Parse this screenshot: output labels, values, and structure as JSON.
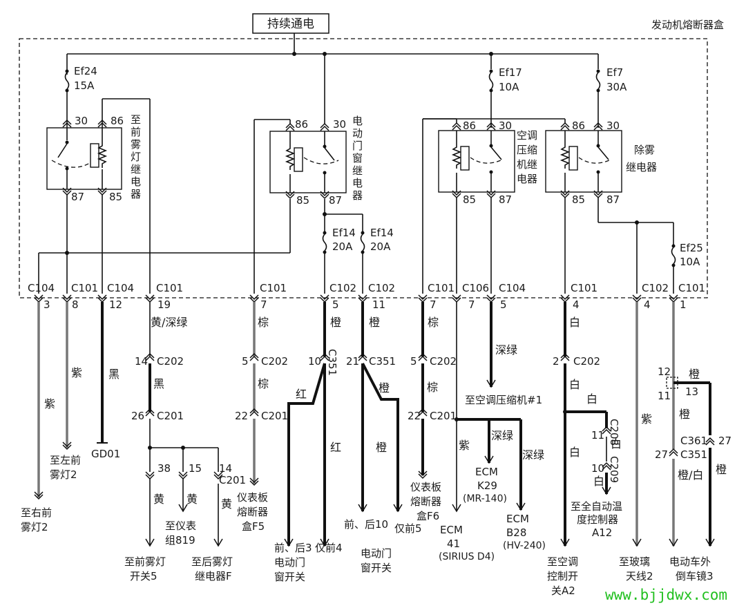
{
  "header": {
    "power_label": "持续通电",
    "box_label": "发动机熔断器盒"
  },
  "fuses": {
    "ef24": {
      "name": "Ef24",
      "rating": "15A"
    },
    "ef17": {
      "name": "Ef17",
      "rating": "10A"
    },
    "ef7": {
      "name": "Ef7",
      "rating": "30A"
    },
    "ef14a": {
      "name": "Ef14",
      "rating": "20A"
    },
    "ef14b": {
      "name": "Ef14",
      "rating": "20A"
    },
    "ef25": {
      "name": "Ef25",
      "rating": "10A"
    }
  },
  "relays": {
    "fog": {
      "label_chars": [
        "至",
        "前",
        "雾",
        "灯",
        "继",
        "电",
        "器"
      ],
      "pins": [
        "30",
        "86",
        "87",
        "85"
      ]
    },
    "window": {
      "label_chars": [
        "电",
        "动",
        "门",
        "窗",
        "继",
        "电",
        "器"
      ],
      "pins": [
        "86",
        "30",
        "85",
        "87"
      ]
    },
    "ac_line1": "空调",
    "ac_line2": "压缩",
    "ac_line3": "机继",
    "ac_line4": "电器",
    "ac_pins": [
      "86",
      "30",
      "85",
      "87"
    ],
    "defog_line1": "除雾",
    "defog_line2": "继电器",
    "defog_pins": [
      "86",
      "30",
      "85",
      "87"
    ]
  },
  "connectors": {
    "row": [
      {
        "name": "C104",
        "pin": "3"
      },
      {
        "name": "C101",
        "pin": "8"
      },
      {
        "name": "C104",
        "pin": "12"
      },
      {
        "name": "C101",
        "pin": "19"
      },
      {
        "name": "C101",
        "pin": "7"
      },
      {
        "name": "C102",
        "pin": "5"
      },
      {
        "name": "C102",
        "pin": "11"
      },
      {
        "name": "C101",
        "pin": "7"
      },
      {
        "name": "C106",
        "pin": "7"
      },
      {
        "name": "C104",
        "pin": "5"
      },
      {
        "name": "C101",
        "pin": "4"
      },
      {
        "name": "C102",
        "pin": "4"
      },
      {
        "name": "C101",
        "pin": "1"
      }
    ],
    "c202_a": {
      "pin": "14",
      "name": "C202"
    },
    "c201_a": {
      "pin": "26",
      "name": "C201"
    },
    "c202_b": {
      "pin": "5",
      "name": "C202"
    },
    "c201_b": {
      "pin": "22",
      "name": "C201"
    },
    "c351_a": {
      "pin": "10",
      "name": "C351"
    },
    "c351_b": {
      "pin": "21",
      "name": "C351"
    },
    "c202_c": {
      "pin": "5",
      "name": "C202"
    },
    "c201_c": {
      "pin": "22",
      "name": "C201"
    },
    "c202_d": {
      "pin": "2",
      "name": "C202"
    },
    "c208": {
      "pin": "11",
      "name": "C208"
    },
    "c209": {
      "pin": "10",
      "name": "C209"
    },
    "c201_d": {
      "pin": "38"
    },
    "c201_e": {
      "pin": "15"
    },
    "c201_f": {
      "pin": "14",
      "name": "C201"
    },
    "c361": {
      "name": "C361",
      "pin": "27"
    },
    "c351_c": {
      "pin": "27",
      "name": "C351"
    },
    "splice_12": "12",
    "splice_11": "11",
    "splice_13": "13"
  },
  "wires": {
    "purple": "紫",
    "black": "黑",
    "yellow_dkgreen": "黄/深绿",
    "brown": "棕",
    "orange": "橙",
    "red": "红",
    "dkgreen": "深绿",
    "white": "白",
    "yellow": "黄",
    "orange_white": "橙/白"
  },
  "destinations": {
    "right_fog": [
      "至右前",
      "雾灯2"
    ],
    "left_fog": [
      "至左前",
      "雾灯2"
    ],
    "ground": "GD01",
    "fog_switch": [
      "至前雾灯",
      "开关5"
    ],
    "cluster": [
      "至仪表",
      "组819"
    ],
    "rear_fog": [
      "至后雾灯",
      "继电器F"
    ],
    "ip_fuse_f5": [
      "仪表板",
      "熔断器",
      "盒F5"
    ],
    "window_switch_front_rear3": [
      "前、后3",
      "电动门",
      "窗开关"
    ],
    "front_only4": "仅前4",
    "window_switch_front_rear10": [
      "前、后10",
      "电动门",
      "窗开关"
    ],
    "front_only5": "仅前5",
    "ip_fuse_f6": [
      "仪表板",
      "熔断器",
      "盒F6"
    ],
    "ac_compressor": "至空调压缩机#1",
    "ecm_k29": [
      "ECM",
      "K29",
      "(MR-140)"
    ],
    "ecm_41": [
      "ECM",
      "41",
      "(SIRIUS D4)"
    ],
    "ecm_b28": [
      "ECM",
      "B28",
      "(HV-240)"
    ],
    "ac_switch": [
      "至空调",
      "控制开",
      "关A2"
    ],
    "auto_temp": [
      "至全自动温",
      "度控制器",
      "A12"
    ],
    "glass_antenna": [
      "至玻璃",
      "天线2"
    ],
    "mirror": [
      "电动车外",
      "倒车镜3"
    ]
  },
  "watermark": "www.bjjdwx.com"
}
